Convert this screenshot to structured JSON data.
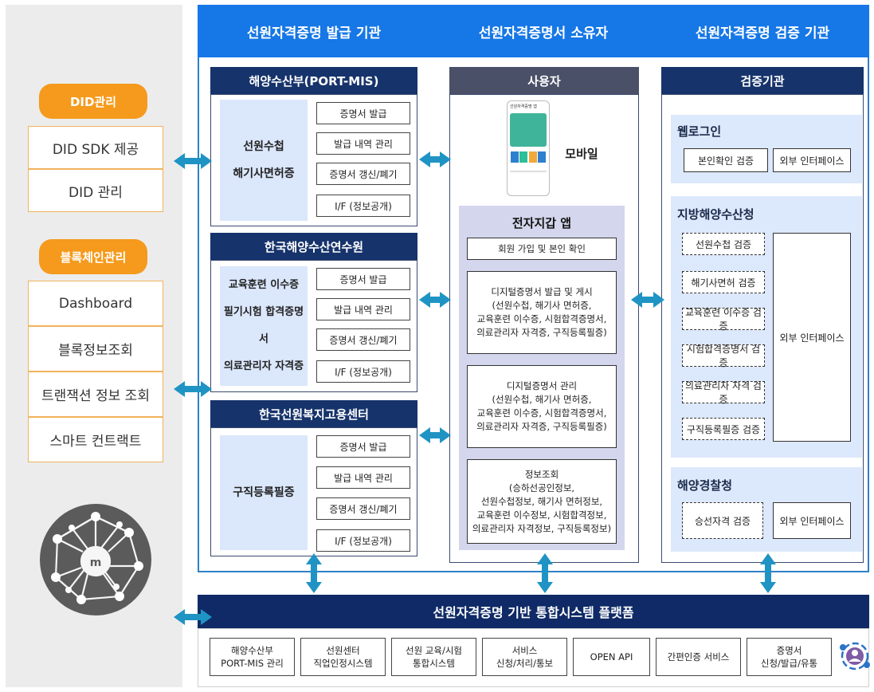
{
  "left": {
    "did_title": "DID관리",
    "did_items": [
      "DID SDK 제공",
      "DID 관리"
    ],
    "bc_title": "블록체인관리",
    "bc_items": [
      "Dashboard",
      "블록정보조회",
      "트랜잭션 정보 조회",
      "스마트 컨트랙트"
    ]
  },
  "headers": {
    "issuer": "선원자격증명 발급 기관",
    "holder": "선원자격증명서 소유자",
    "verifier": "선원자격증명 검증 기관"
  },
  "issuers": [
    {
      "name": "해양수산부(PORT-MIS)",
      "credentials": [
        "선원수첩",
        "해기사면허증"
      ],
      "functions": [
        "증명서 발급",
        "발급 내역 관리",
        "증명서 갱신/폐기",
        "I/F (정보공개)"
      ]
    },
    {
      "name": "한국해양수산연수원",
      "credentials": [
        "교육훈련 이수증",
        "필기시험 합격증명서",
        "의료관리자 자격증"
      ],
      "functions": [
        "증명서 발급",
        "발급 내역 관리",
        "증명서 갱신/폐기",
        "I/F (정보공개)"
      ]
    },
    {
      "name": "한국선원복지고용센터",
      "credentials": [
        "구직등록필증"
      ],
      "functions": [
        "증명서 발급",
        "발급 내역 관리",
        "증명서 갱신/폐기",
        "I/F (정보공개)"
      ]
    }
  ],
  "user": {
    "title": "사용자",
    "mobile_label": "모바일",
    "phone_header": "선원자격증명 앱",
    "wallet_title": "전자지갑 앱",
    "wallet_items": [
      [
        "회원 가입 및 본인 확인"
      ],
      [
        "디지털증명서 발급 및 게시",
        "(선원수첩, 해기사 면허증,",
        "교육훈련 이수증, 시험합격증명서,",
        "의료관리자 자격증, 구직등록필증)"
      ],
      [
        "디지털증명서 관리",
        "(선원수첩, 해기사 면허증,",
        "교육훈련 이수증, 시험합격증명서,",
        "의료관리자 자격증, 구직등록필증)"
      ],
      [
        "정보조회",
        "(승하선공인정보,",
        "선원수첩정보, 해기사 면허정보,",
        "교육훈련 이수정보, 시험합격정보,",
        "의료관리자 자격정보, 구직등록정보)"
      ]
    ]
  },
  "verifier": {
    "title": "검증기관",
    "web": {
      "title": "웹로그인",
      "items": [
        "본인확인 검증",
        "외부 인터페이스"
      ]
    },
    "regional": {
      "title": "지방해양수산청",
      "checks": [
        "선원수첩 검증",
        "해기사면허 검증",
        "교육훈련 이수증 검증",
        "시험합격증명서 검증",
        "의료관리자 자격 검증",
        "구직등록필증 검증"
      ],
      "interface": "외부 인터페이스"
    },
    "coast_guard": {
      "title": "해양경찰청",
      "items": [
        "승선자격 검증",
        "외부 인터페이스"
      ]
    }
  },
  "platform": {
    "title": "선원자격증명 기반 통합시스템 플랫폼",
    "items": [
      [
        "해양수산부",
        "PORT-MIS 관리"
      ],
      [
        "선원센터",
        "직업인정시스템"
      ],
      [
        "선원 교육/시험",
        "통합시스템"
      ],
      [
        "서비스",
        "신청/처리/통보"
      ],
      [
        "OPEN API"
      ],
      [
        "간편인증 서비스"
      ],
      [
        "증명서",
        "신청/발급/유통"
      ]
    ]
  },
  "colors": {
    "orange": "#f59a1c",
    "blue_band": "#1677e6",
    "navy": "#16336b",
    "platform": "#0f2a66",
    "arrow": "#1f94c4"
  }
}
